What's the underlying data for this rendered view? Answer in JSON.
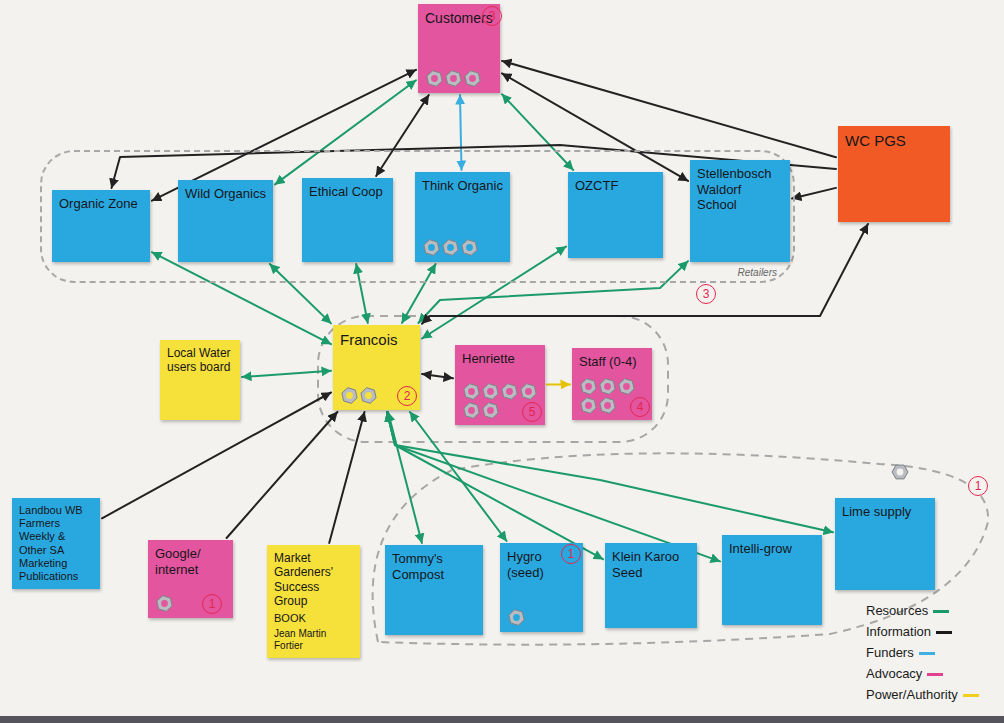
{
  "diagram": {
    "nodes": [
      {
        "text": [
          "Customers"
        ]
      },
      {
        "text": [
          "Retailers"
        ]
      },
      {
        "text": [
          "Organic Zone"
        ],
        "in": 1
      },
      {
        "text": [
          "Wild Organics"
        ],
        "in": 1
      },
      {
        "text": [
          "Ethical Coop"
        ],
        "in": 1
      },
      {
        "text": [
          "Think Organic"
        ],
        "in": 1
      },
      {
        "text": [
          "OZCTF"
        ],
        "in": 1
      },
      {
        "text": [
          "Stellenbosch Waldorf School"
        ],
        "in": 1
      },
      {
        "text": [
          "WC PGS"
        ]
      },
      {
        "text": [
          "Local Water users board"
        ]
      },
      {
        "text": [
          "Francois"
        ]
      },
      {
        "text": [
          "Henriette"
        ]
      },
      {
        "text": [
          "Staff (0-4)"
        ]
      },
      {
        "text": [
          "Landbou WB Farmers Weekly & Other SA Marketing Publications"
        ]
      },
      {
        "text": [
          "Google/ internet"
        ]
      },
      {
        "text": [
          "Market Gardeners' Success Group",
          "BOOK",
          "Jean Martin Fortier"
        ]
      },
      {
        "text": [
          "Tommy's Compost"
        ]
      },
      {
        "text": [
          "Hygro (seed)"
        ]
      },
      {
        "text": [
          "Klein Karoo Seed"
        ]
      },
      {
        "text": [
          "Intelli-grow"
        ]
      },
      {
        "text": [
          "Lime supply"
        ]
      }
    ],
    "edges": [
      {
        "from": 0,
        "to": 2,
        "arrow": "both"
      },
      {
        "from": 0,
        "to": 3,
        "arrow": "both"
      },
      {
        "from": 0,
        "to": 4,
        "arrow": "both"
      },
      {
        "from": 0,
        "to": 5,
        "arrow": "both"
      },
      {
        "from": 0,
        "to": 6,
        "arrow": "both"
      },
      {
        "from": 0,
        "to": 7,
        "arrow": "both"
      },
      {
        "from": 8,
        "to": 0,
        "arrow": "to"
      },
      {
        "from": 8,
        "to": 2,
        "arrow": "to"
      },
      {
        "from": 8,
        "to": 7,
        "arrow": "to"
      },
      {
        "from": 10,
        "to": 2,
        "arrow": "both"
      },
      {
        "from": 10,
        "to": 3,
        "arrow": "both"
      },
      {
        "from": 10,
        "to": 4,
        "arrow": "both"
      },
      {
        "from": 10,
        "to": 5,
        "arrow": "both"
      },
      {
        "from": 10,
        "to": 6,
        "arrow": "both"
      },
      {
        "from": 10,
        "to": 7,
        "arrow": "both"
      },
      {
        "from": 10,
        "to": 8,
        "arrow": "both"
      },
      {
        "from": 9,
        "to": 10,
        "arrow": "both"
      },
      {
        "from": 10,
        "to": 11,
        "arrow": "both"
      },
      {
        "from": 11,
        "to": 12,
        "arrow": "to"
      },
      {
        "from": 13,
        "to": 10,
        "arrow": "to"
      },
      {
        "from": 14,
        "to": 10,
        "arrow": "to"
      },
      {
        "from": 15,
        "to": 10,
        "arrow": "to"
      },
      {
        "from": 10,
        "to": 16,
        "arrow": "both"
      },
      {
        "from": 10,
        "to": 17,
        "arrow": "both"
      },
      {
        "from": 10,
        "to": 18,
        "arrow": "both"
      },
      {
        "from": 10,
        "to": 19,
        "arrow": "both"
      },
      {
        "from": 10,
        "to": 20,
        "arrow": "both"
      }
    ],
    "labels": [
      "3",
      "3",
      "2",
      "5",
      "4",
      "1",
      "1",
      "1"
    ],
    "legend": [
      {
        "text": "Resources",
        "color": "#1b9a6c"
      },
      {
        "text": "Information",
        "color": "#1a1a1a"
      },
      {
        "text": "Funders",
        "color": "#3fb0e3"
      },
      {
        "text": "Advocacy",
        "color": "#e2418f"
      },
      {
        "text": "Power/Authority",
        "color": "#f0cf1e"
      }
    ]
  }
}
